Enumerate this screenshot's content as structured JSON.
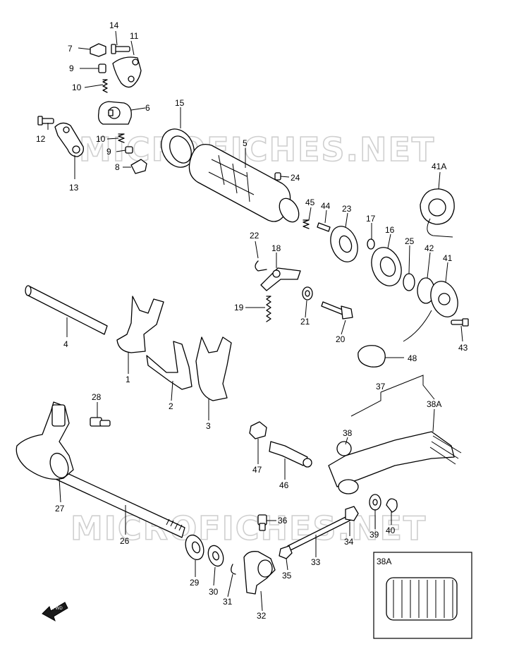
{
  "watermarks": [
    "MICROFICHES.NET",
    "MICROFICHES.NET"
  ],
  "fwd_label": "FWD",
  "inset_label": "38A",
  "callouts": {
    "c14": "14",
    "c11": "11",
    "c7": "7",
    "c9a": "9",
    "c10a": "10",
    "c6": "6",
    "c12": "12",
    "c13": "13",
    "c10b": "10",
    "c9b": "9",
    "c8": "8",
    "c15": "15",
    "c5": "5",
    "c24": "24",
    "c41A": "41A",
    "c45": "45",
    "c44": "44",
    "c23": "23",
    "c17": "17",
    "c16": "16",
    "c25": "25",
    "c42": "42",
    "c41": "41",
    "c22": "22",
    "c18": "18",
    "c19": "19",
    "c21": "21",
    "c20": "20",
    "c43": "43",
    "c4": "4",
    "c1": "1",
    "c2": "2",
    "c3": "3",
    "c48": "48",
    "c37": "37",
    "c38A": "38A",
    "c38": "38",
    "c28": "28",
    "c47": "47",
    "c46": "46",
    "c27": "27",
    "c26": "26",
    "c36": "36",
    "c34": "34",
    "c39": "39",
    "c40": "40",
    "c29": "29",
    "c30": "30",
    "c31": "31",
    "c32": "32",
    "c35": "35",
    "c33": "33"
  }
}
